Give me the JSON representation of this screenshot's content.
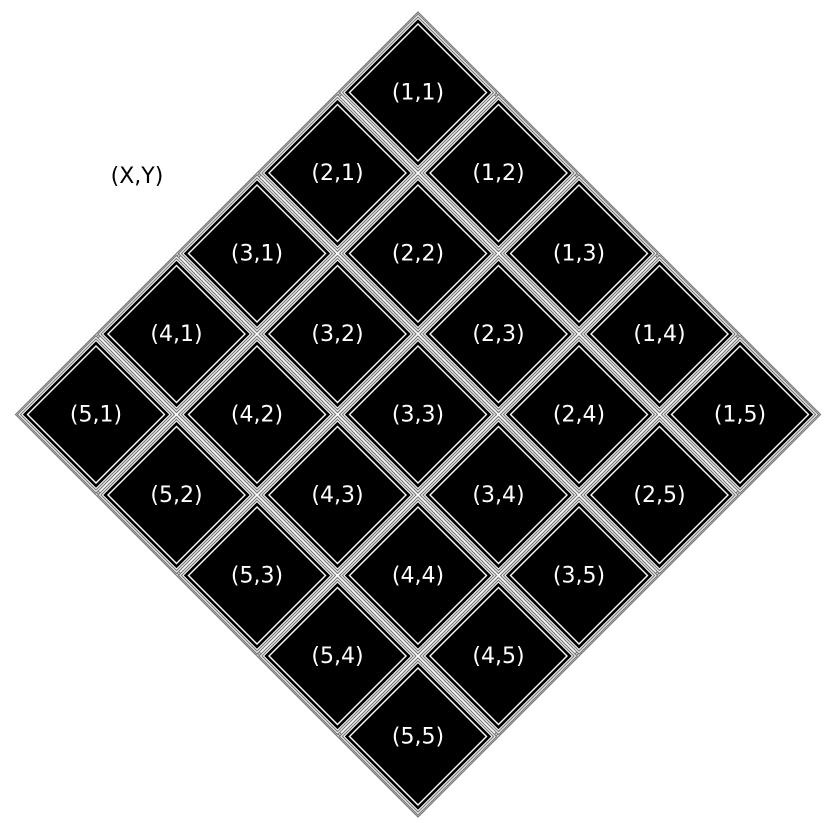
{
  "legend": "(X,Y)",
  "grid": {
    "rows": 5,
    "cols": 5,
    "cells": [
      {
        "x": 1,
        "y": 1,
        "label": "(1,1)"
      },
      {
        "x": 1,
        "y": 2,
        "label": "(1,2)"
      },
      {
        "x": 1,
        "y": 3,
        "label": "(1,3)"
      },
      {
        "x": 1,
        "y": 4,
        "label": "(1,4)"
      },
      {
        "x": 1,
        "y": 5,
        "label": "(1,5)"
      },
      {
        "x": 2,
        "y": 1,
        "label": "(2,1)"
      },
      {
        "x": 2,
        "y": 2,
        "label": "(2,2)"
      },
      {
        "x": 2,
        "y": 3,
        "label": "(2,3)"
      },
      {
        "x": 2,
        "y": 4,
        "label": "(2,4)"
      },
      {
        "x": 2,
        "y": 5,
        "label": "(2,5)"
      },
      {
        "x": 3,
        "y": 1,
        "label": "(3,1)"
      },
      {
        "x": 3,
        "y": 2,
        "label": "(3,2)"
      },
      {
        "x": 3,
        "y": 3,
        "label": "(3,3)"
      },
      {
        "x": 3,
        "y": 4,
        "label": "(3,4)"
      },
      {
        "x": 3,
        "y": 5,
        "label": "(3,5)"
      },
      {
        "x": 4,
        "y": 1,
        "label": "(4,1)"
      },
      {
        "x": 4,
        "y": 2,
        "label": "(4,2)"
      },
      {
        "x": 4,
        "y": 3,
        "label": "(4,3)"
      },
      {
        "x": 4,
        "y": 4,
        "label": "(4,4)"
      },
      {
        "x": 4,
        "y": 5,
        "label": "(4,5)"
      },
      {
        "x": 5,
        "y": 1,
        "label": "(5,1)"
      },
      {
        "x": 5,
        "y": 2,
        "label": "(5,2)"
      },
      {
        "x": 5,
        "y": 3,
        "label": "(5,3)"
      },
      {
        "x": 5,
        "y": 4,
        "label": "(5,4)"
      },
      {
        "x": 5,
        "y": 5,
        "label": "(5,5)"
      }
    ]
  },
  "colors": {
    "tile": "#000000",
    "frame": "#7a7a7a",
    "background": "#ffffff",
    "label": "#ffffff"
  }
}
